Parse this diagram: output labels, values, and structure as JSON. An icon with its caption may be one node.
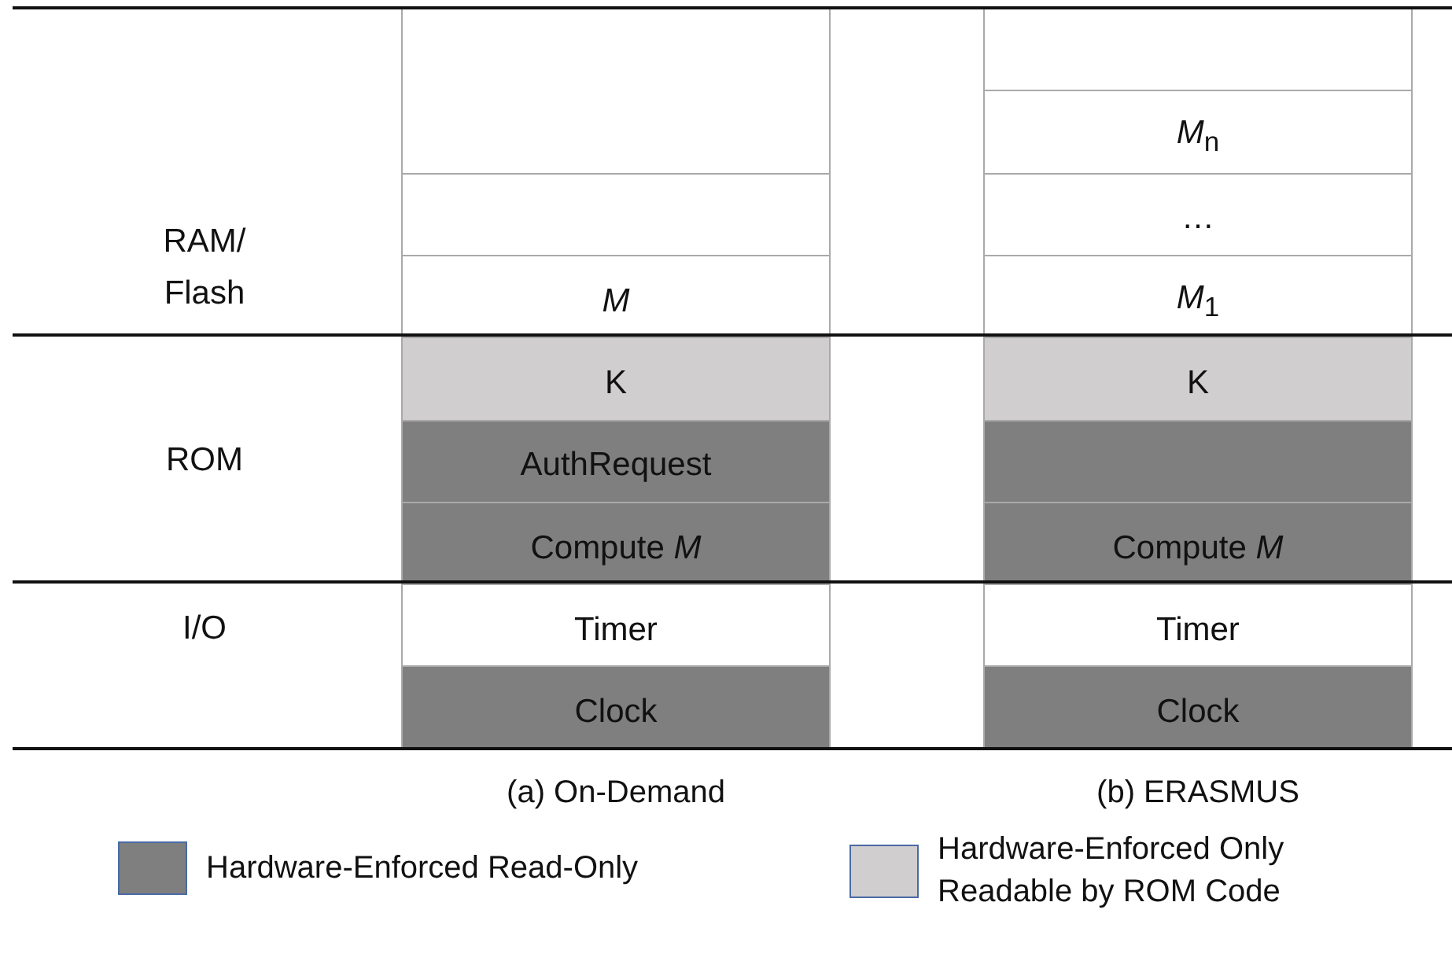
{
  "diagram": {
    "nodes": [
      {
        "text": [],
        "shape": "box"
      },
      {
        "text": [],
        "shape": "box"
      },
      {
        "text": [
          "*M*"
        ]
      },
      {
        "text": [
          "K"
        ]
      },
      {
        "text": [
          "AuthRequest"
        ]
      },
      {
        "text": [
          "Compute *M*"
        ]
      },
      {
        "text": [
          "Timer"
        ]
      },
      {
        "text": [
          "Clock"
        ]
      },
      {
        "text": [],
        "shape": "box"
      },
      {
        "text": [
          "*M*$_{n}$"
        ]
      },
      {
        "text": [
          "…"
        ]
      },
      {
        "text": [
          "*M*$_{1}$"
        ]
      },
      {
        "text": [
          "K"
        ]
      },
      {
        "text": [],
        "shape": "box"
      },
      {
        "text": [
          "Compute *M*"
        ]
      },
      {
        "text": [
          "Timer"
        ]
      },
      {
        "text": [
          "Clock"
        ]
      }
    ],
    "labels": [
      "RAM/ Flash",
      "ROM",
      "I/O",
      "(a) On-Demand",
      "(b) ERASMUS"
    ],
    "legend": [
      {
        "text": "Hardware-Enforced Read-Only",
        "color": "#7f7f7f"
      },
      {
        "text": "Hardware-Enforced Only Readable by ROM Code",
        "color": "#d0cecf"
      }
    ]
  }
}
